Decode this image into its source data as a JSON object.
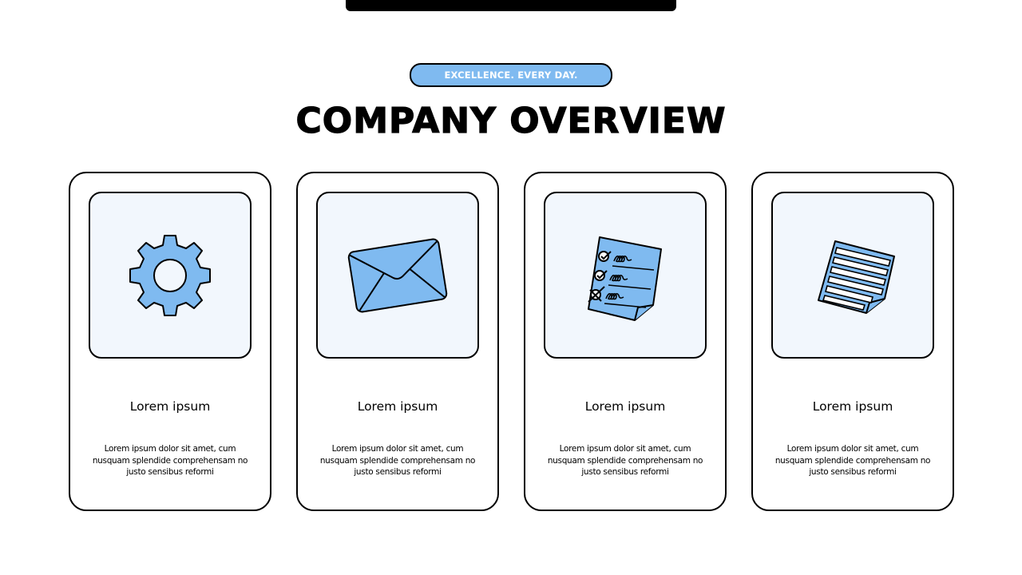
{
  "header": {
    "tagline": "EXCELLENCE. EVERY DAY.",
    "title": "COMPANY OVERVIEW"
  },
  "colors": {
    "accent": "#7fbaf0",
    "icon_box_bg": "#f2f7fd",
    "outline": "#000000"
  },
  "cards": [
    {
      "icon": "gear-icon",
      "title": "Lorem ipsum",
      "description": "Lorem ipsum dolor sit amet, cum nusquam splendide comprehensam no justo sensibus reformi"
    },
    {
      "icon": "envelope-icon",
      "title": "Lorem ipsum",
      "description": "Lorem ipsum dolor sit amet, cum nusquam splendide comprehensam no justo sensibus reformi"
    },
    {
      "icon": "checklist-icon",
      "title": "Lorem ipsum",
      "description": "Lorem ipsum dolor sit amet, cum nusquam splendide comprehensam no justo sensibus reformi"
    },
    {
      "icon": "document-icon",
      "title": "Lorem ipsum",
      "description": "Lorem ipsum dolor sit amet, cum nusquam splendide comprehensam no justo sensibus reformi"
    }
  ]
}
